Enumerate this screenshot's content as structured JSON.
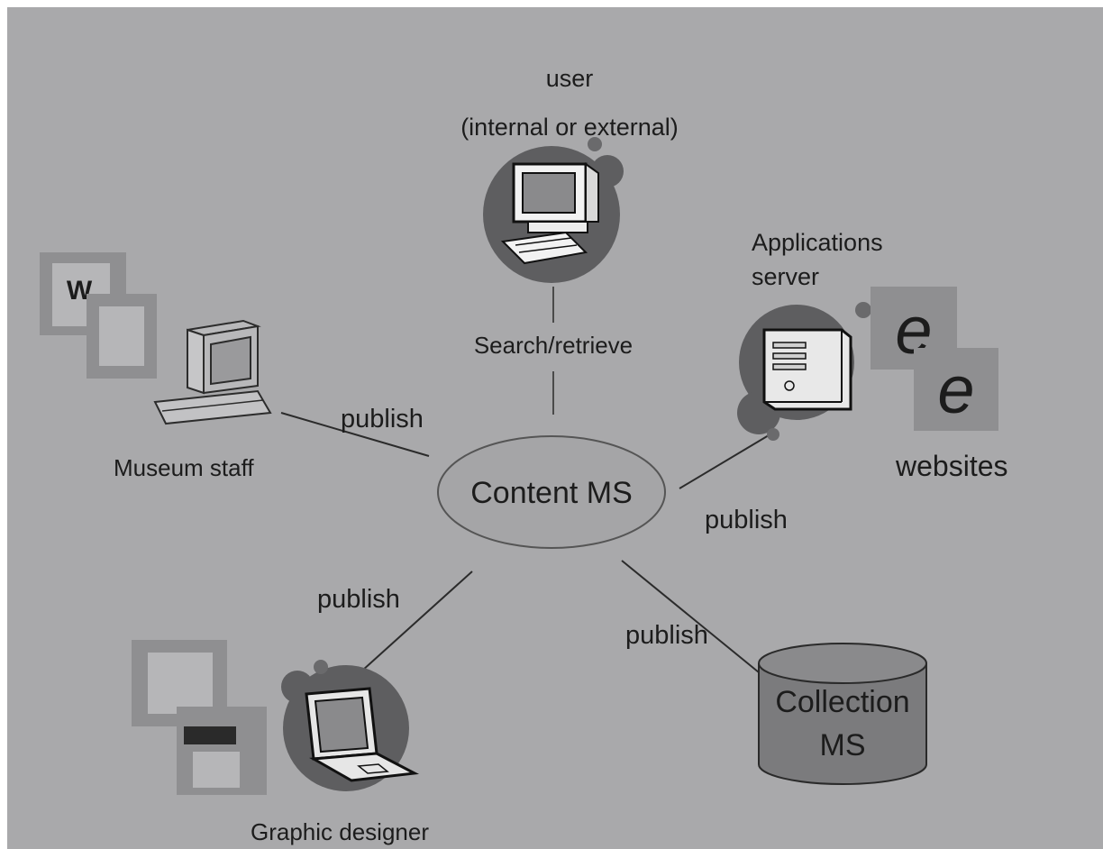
{
  "diagram": {
    "center": {
      "label": "Content MS"
    },
    "user": {
      "label_line1": "user",
      "label_line2": "(internal or external)"
    },
    "search_label": "Search/retrieve",
    "app_server": {
      "label_line1": "Applications",
      "label_line2": "server"
    },
    "websites_label": "websites",
    "museum_staff_label": "Museum staff",
    "graphic_designer_label": "Graphic designer",
    "collection": {
      "label_line1": "Collection",
      "label_line2": "MS"
    },
    "edges": {
      "staff_publish": "publish",
      "app_publish": "publish",
      "designer_publish": "publish",
      "collection_publish": "publish"
    }
  }
}
